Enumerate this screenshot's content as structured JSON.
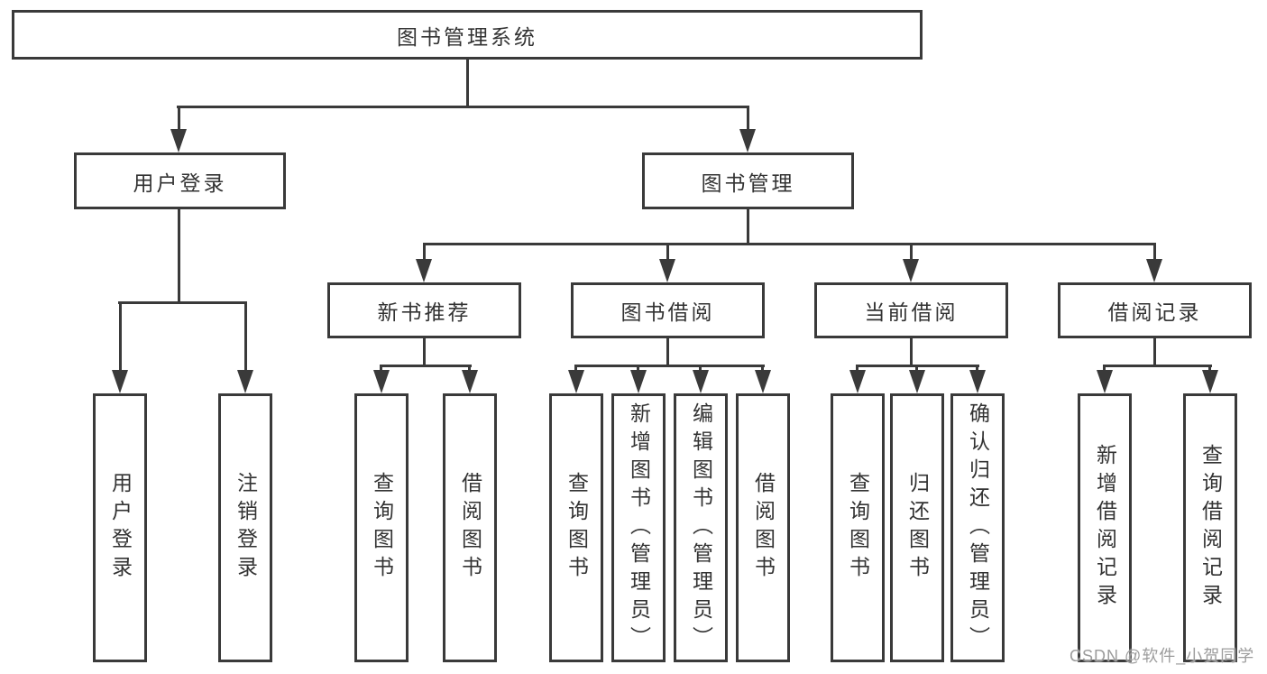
{
  "tree": {
    "label": "图书管理系统",
    "children": [
      {
        "label": "用户登录",
        "children": [
          {
            "label": "用户登录"
          },
          {
            "label": "注销登录"
          }
        ]
      },
      {
        "label": "图书管理",
        "children": [
          {
            "label": "新书推荐",
            "children": [
              {
                "label": "查询图书"
              },
              {
                "label": "借阅图书"
              }
            ]
          },
          {
            "label": "图书借阅",
            "children": [
              {
                "label": "查询图书"
              },
              {
                "label": "新增图书（管理员）"
              },
              {
                "label": "编辑图书（管理员）"
              },
              {
                "label": "借阅图书"
              }
            ]
          },
          {
            "label": "当前借阅",
            "children": [
              {
                "label": "查询图书"
              },
              {
                "label": "归还图书"
              },
              {
                "label": "确认归还（管理员）"
              }
            ]
          },
          {
            "label": "借阅记录",
            "children": [
              {
                "label": "新增借阅记录"
              },
              {
                "label": "查询借阅记录"
              }
            ]
          }
        ]
      }
    ]
  },
  "watermark": {
    "text": "CSDN @软件_小贺同学"
  },
  "colors": {
    "line": "#3a3a3a",
    "box_border": "#3a3a3a",
    "text": "#333333",
    "watermark": "#9c9c9c",
    "background": "#ffffff"
  }
}
